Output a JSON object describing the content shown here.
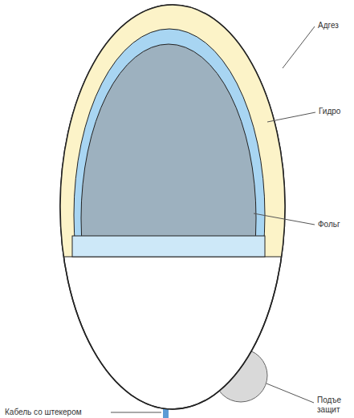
{
  "diagram": {
    "labels": [
      "Адгез",
      "Гидро",
      "Фольг",
      "Подъе защит",
      "Кабель со штекером"
    ]
  }
}
